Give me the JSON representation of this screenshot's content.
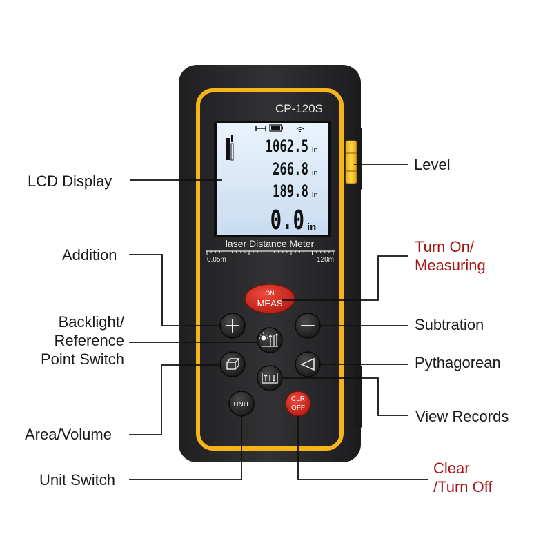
{
  "device": {
    "model": "CP-120S",
    "screen_caption": "laser Distance Meter",
    "range_min": "0.05m",
    "range_max": "120m",
    "readings": [
      {
        "value": "1062.5",
        "unit": "in"
      },
      {
        "value": "266.8",
        "unit": "in"
      },
      {
        "value": "189.8",
        "unit": "in"
      },
      {
        "value": "0.0",
        "unit": "in"
      }
    ],
    "buttons": {
      "on_meas": [
        "ON",
        "MEAS"
      ],
      "unit": "UNIT",
      "clr_off": [
        "CLR",
        "OFF"
      ]
    }
  },
  "callouts": {
    "lcd_display": [
      "LCD Display"
    ],
    "level": [
      "Level"
    ],
    "addition": [
      "Addition"
    ],
    "turn_on": [
      "Turn On/",
      "Measuring"
    ],
    "backlight": [
      "Backlight/",
      "Reference",
      "Point Switch"
    ],
    "subtraction": [
      "Subtration"
    ],
    "pythagorean": [
      "Pythagorean"
    ],
    "area_volume": [
      "Area/Volume"
    ],
    "view_records": [
      "View Records"
    ],
    "unit_switch": [
      "Unit Switch"
    ],
    "clear": [
      "Clear",
      "/Turn Off"
    ]
  },
  "colors": {
    "body": "#2b2b2d",
    "accent_stripe": "#f5b418",
    "lcd_bg": "#dce9f7",
    "button_red": "#d42b20",
    "callout_red": "#a41616"
  }
}
